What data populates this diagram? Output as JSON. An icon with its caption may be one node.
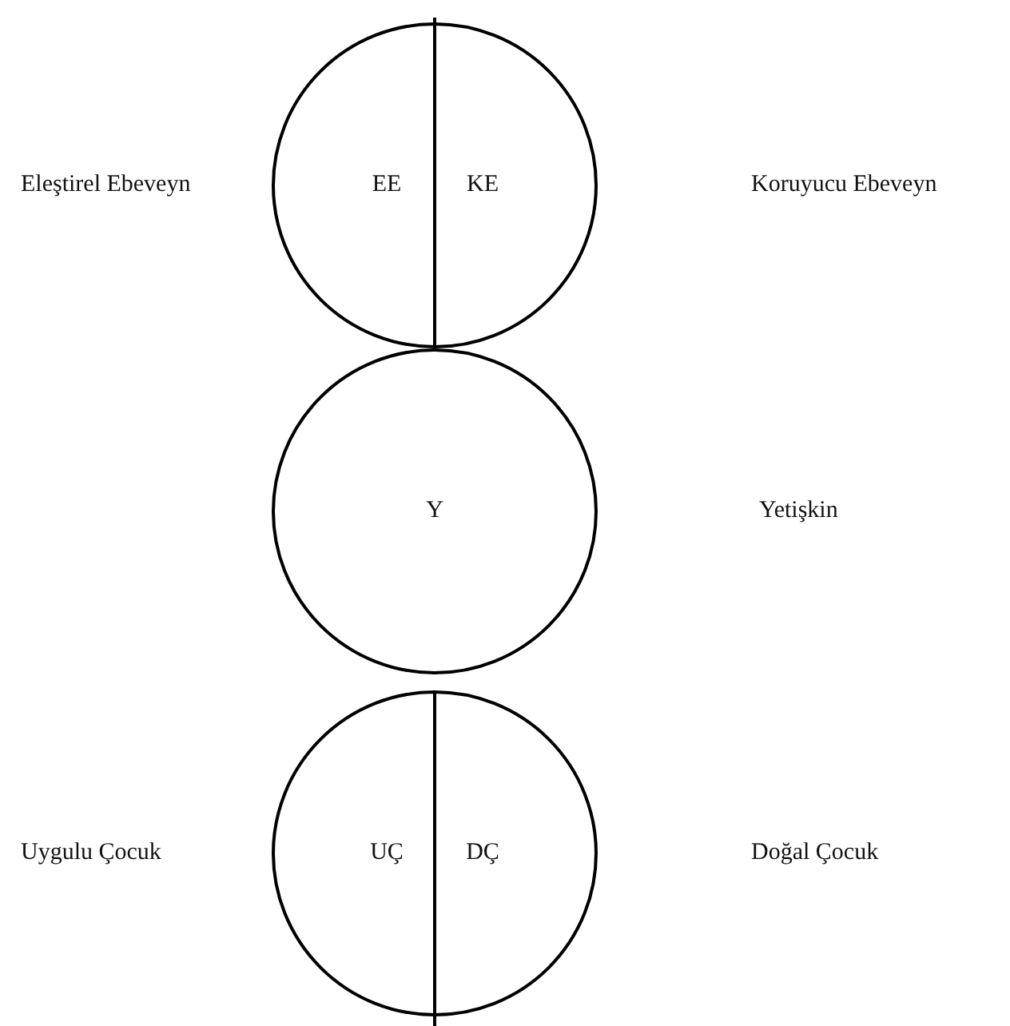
{
  "diagram": {
    "nodes": [
      {
        "text": [
          "EE"
        ]
      },
      {
        "text": [
          "KE"
        ]
      },
      {
        "text": [
          "Y"
        ]
      },
      {
        "text": [
          "UÇ"
        ]
      },
      {
        "text": [
          "DÇ"
        ]
      }
    ],
    "labels": [
      "Eleştirel Ebeveyn",
      "Koruyucu Ebeveyn",
      "Yetişkin",
      "Uygulu Çocuk",
      "Doğal Çocuk"
    ]
  }
}
